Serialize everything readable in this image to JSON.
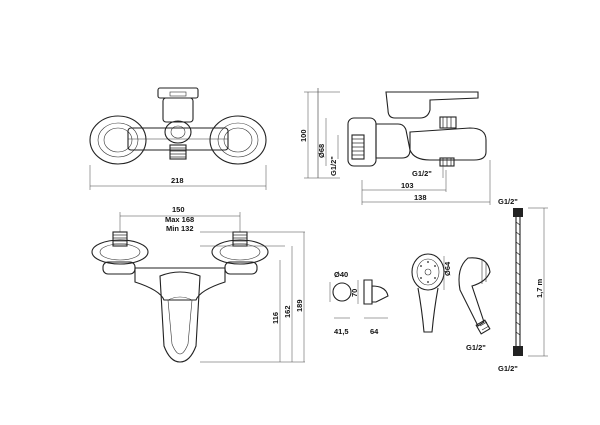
{
  "labels": {
    "top_front_width": "218",
    "side_height": "100",
    "side_dia": "Ø68",
    "side_thread": "G1/2\"",
    "side_outlet_thread": "G1/2\"",
    "side_depth_outlet": "103",
    "side_depth_total": "138",
    "front_spacing": "150",
    "front_max": "Max 168",
    "front_min": "Min 132",
    "front_h1": "116",
    "front_h2": "162",
    "front_h3": "189",
    "holder_dia": "Ø40",
    "holder_h": "70",
    "holder_w": "41,5",
    "holder_d": "64",
    "head_dia": "Ø64",
    "head_thread": "G1/2\"",
    "hose_thread_top": "G1/2\"",
    "hose_thread_bottom": "G1/2\"",
    "hose_length": "1,7 m"
  }
}
